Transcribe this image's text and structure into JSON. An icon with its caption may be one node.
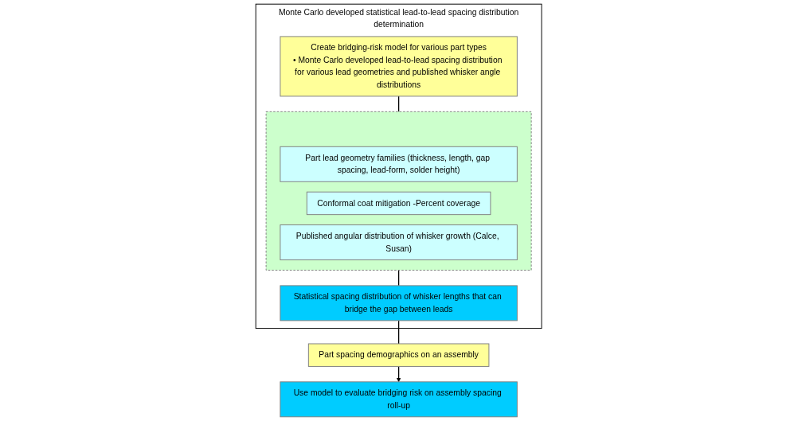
{
  "diagram": {
    "nodes": [
      {
        "text": [
          "Monte Carlo developed statistical lead-to-lead spacing distribution determination"
        ]
      },
      {
        "text": [
          "Create bridging-risk model for various part types",
          "• Monte Carlo developed lead-to-lead spacing distribution for various lead geometries and published whisker angle distributions"
        ],
        "in": 0
      },
      {
        "text": [],
        "shape": "box",
        "in": 0
      },
      {
        "text": [
          "Part lead geometry families (thickness, length, gap spacing, lead-form, solder height)"
        ],
        "in": 2
      },
      {
        "text": [
          "Conformal coat mitigation -Percent coverage"
        ],
        "in": 2
      },
      {
        "text": [
          "Published angular distribution of whisker growth (Calce, Susan)"
        ],
        "in": 2
      },
      {
        "text": [
          "Statistical spacing distribution of whisker lengths that can bridge the gap between leads"
        ],
        "in": 0
      },
      {
        "text": [
          "Part spacing demographics on an assembly"
        ]
      },
      {
        "text": [
          "Use model to evaluate bridging risk on assembly spacing roll-up"
        ]
      }
    ],
    "edges": [
      {
        "from": 1,
        "to": 2,
        "arrow": "none"
      },
      {
        "from": 2,
        "to": 6,
        "arrow": "none"
      },
      {
        "from": 6,
        "to": 7,
        "arrow": "none"
      },
      {
        "from": 7,
        "to": 8,
        "arrow": "to"
      }
    ]
  }
}
